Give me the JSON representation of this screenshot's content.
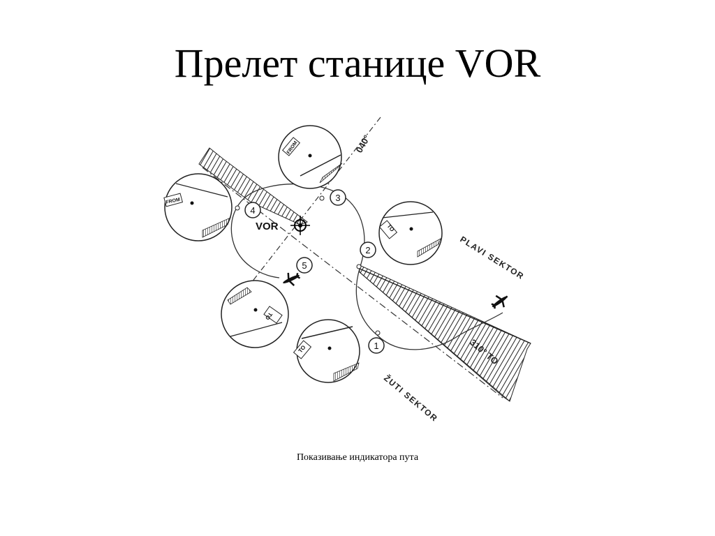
{
  "slide": {
    "title": "Прелет станице VOR",
    "caption": "Показивање индикатора пута"
  },
  "diagram": {
    "station_label": "VOR",
    "bearing_top": "040°",
    "bearing_bottom": "310° TO",
    "blue_sector_label": "PLAVI SEKTOR",
    "yellow_sector_label": "ŽUTI SEKTOR",
    "positions": [
      "1",
      "2",
      "3",
      "4",
      "5"
    ],
    "indicator_flags": {
      "p1": "TO",
      "p2": "TO",
      "p3": "FROM",
      "p4": "FROM",
      "p5": "TO"
    }
  }
}
